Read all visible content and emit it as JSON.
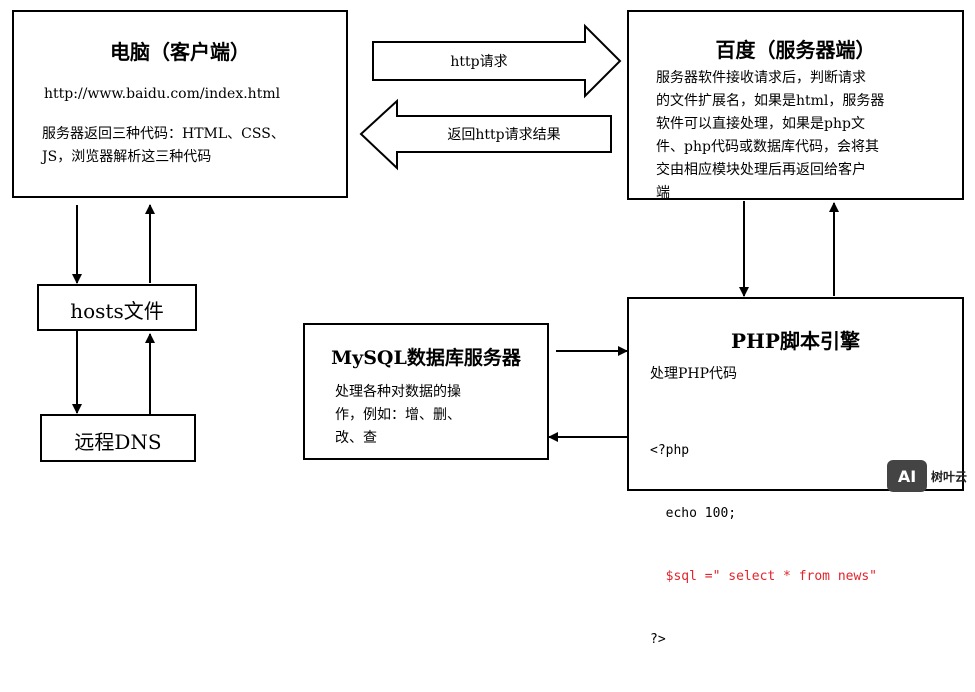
{
  "client": {
    "title": "电脑（客户端）",
    "url": "http://www.baidu.com/index.html",
    "desc_line1": "服务器返回三种代码：HTML、CSS、",
    "desc_line2": "JS，浏览器解析这三种代码"
  },
  "server": {
    "title": "百度（服务器端）",
    "desc_lines": [
      "服务器软件接收请求后，判断请求",
      "的文件扩展名，如果是html，服务器",
      "软件可以直接处理，如果是php文",
      "件、php代码或数据库代码，会将其",
      "交由相应模块处理后再返回给客户",
      "端"
    ]
  },
  "arrows": {
    "request_label": "http请求",
    "response_label": "返回http请求结果"
  },
  "hosts": {
    "label": "hosts文件"
  },
  "dns": {
    "label": "远程DNS"
  },
  "mysql": {
    "title": "MySQL数据库服务器",
    "desc_lines": [
      "处理各种对数据的操",
      "作，例如：增、删、",
      "改、查"
    ]
  },
  "php": {
    "title": "PHP脚本引擎",
    "subtitle": "处理PHP代码",
    "code": {
      "line1": "<?php",
      "line2": "  echo 100;",
      "line3": "  $sql =\" select * from news\"",
      "line4": "?>"
    }
  },
  "watermark": {
    "logo": "AI",
    "name": "树叶云"
  },
  "colors": {
    "highlight": "#e3242b"
  }
}
